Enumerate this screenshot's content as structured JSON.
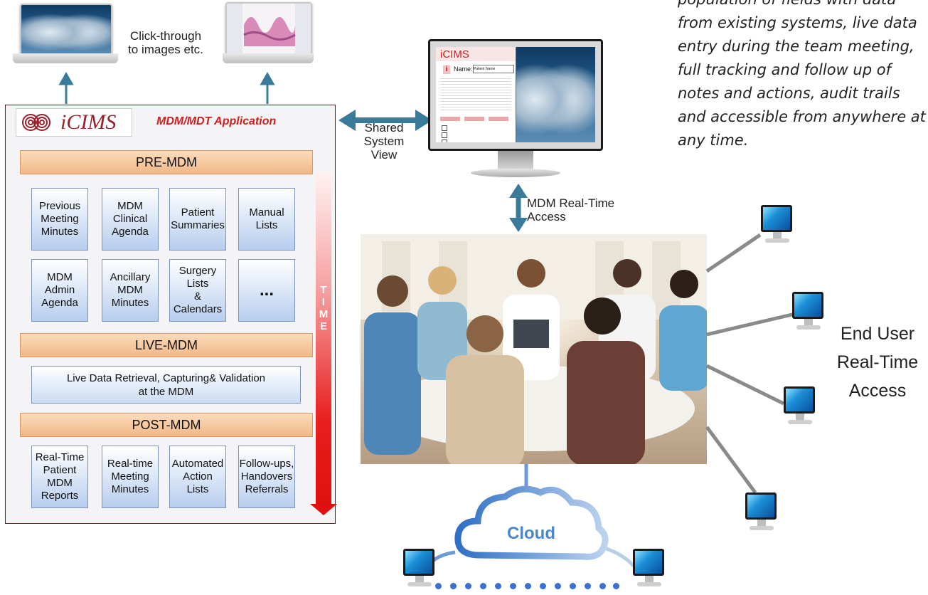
{
  "click_through_label": "Click-through\nto images etc.",
  "app": {
    "logo_text": "iCIMS",
    "title": "MDM/MDT Application",
    "pre_mdm": "PRE-MDM",
    "pre_tiles": [
      "Previous\nMeeting\nMinutes",
      "MDM\nClinical\nAgenda",
      "Patient\nSummaries",
      "Manual\nLists",
      "MDM\nAdmin\nAgenda",
      "Ancillary\nMDM\nMinutes",
      "Surgery\nLists\n&\nCalendars",
      "..."
    ],
    "live_mdm": "LIVE-MDM",
    "live_box": "Live Data Retrieval, Capturing& Validation\nat the MDM",
    "post_mdm": "POST-MDM",
    "post_tiles": [
      "Real-Time\nPatient\nMDM\nReports",
      "Real-time\nMeeting\nMinutes",
      "Automated\nAction\nLists",
      "Follow-ups,\nHandovers\nReferrals"
    ],
    "time_label": "T\nI\nM\nE"
  },
  "shared_view_label": "Shared\nSystem\nView",
  "screen_form": {
    "brand": "iCIMS",
    "info_icon": "i",
    "name_label": "Name:",
    "name_value": "Patient Name"
  },
  "realtime_access_label": "MDM Real-Time\nAccess",
  "description": "population of fields with data from existing systems, live data entry during the team meeting, full tracking and follow up of notes and actions, audit trails and accessible from anywhere at any time.",
  "end_user_label": "End User\nReal-Time\nAccess",
  "cloud_label": "Cloud",
  "colors": {
    "accent_red": "#d21d1d",
    "arrow_teal": "#3a7b99",
    "cloud_blue": "#4a86c8",
    "phase_orange": "#f1b887"
  },
  "icons": [
    "xray-monitor-icon",
    "histology-monitor-icon",
    "icims-logo-icon",
    "desktop-computer-icon",
    "cloud-icon"
  ]
}
